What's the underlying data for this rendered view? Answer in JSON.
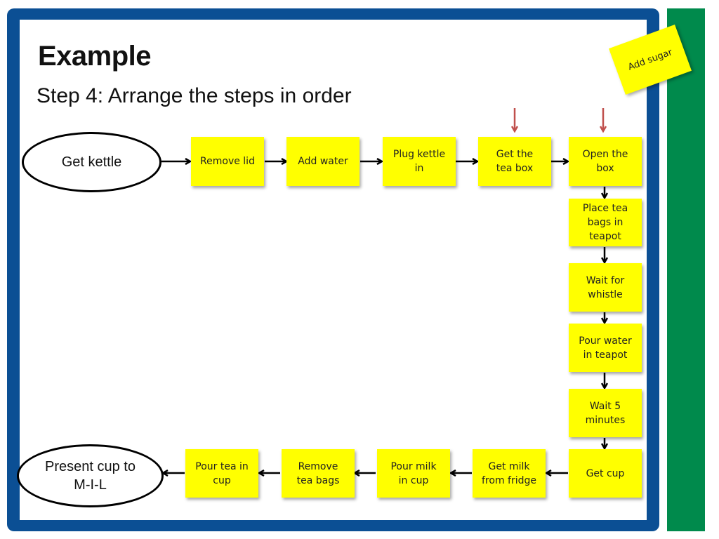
{
  "slide": {
    "title": "Example",
    "subtitle": "Step 4: Arrange the steps in order",
    "note": "Add sugar"
  },
  "flow": {
    "start": "Get kettle",
    "end": "Present cup to M-I-L",
    "top_row": [
      "Remove lid",
      "Add water",
      "Plug kettle in",
      "Get the tea box",
      "Open the box"
    ],
    "right_column": [
      "Place tea bags in teapot",
      "Wait for whistle",
      "Pour water in teapot",
      "Wait 5 minutes",
      "Get cup"
    ],
    "bottom_row": [
      "Get milk from fridge",
      "Pour milk in cup",
      "Remove tea bags",
      "Pour tea in cup"
    ]
  },
  "colors": {
    "frame": "#0b4f94",
    "side_bar": "#008a4c",
    "sticky": "#ffff00",
    "marker_arrow": "#c0504d"
  }
}
